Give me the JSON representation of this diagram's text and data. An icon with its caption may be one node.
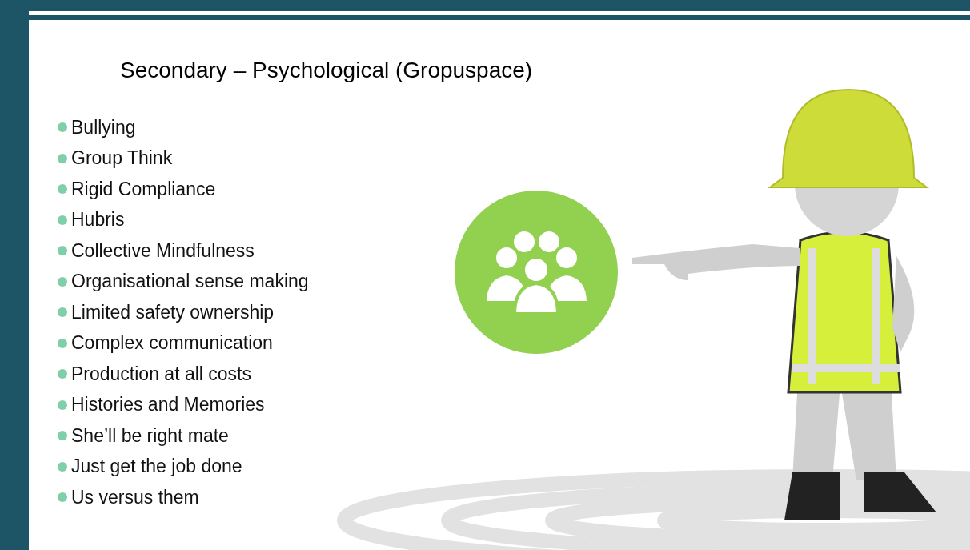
{
  "diagram": {
    "title": "Secondary – Psychological (Gropuspace)",
    "labels": [
      "Bullying",
      "Group Think",
      "Rigid Compliance",
      "Hubris",
      "Collective Mindfulness",
      "Organisational sense making",
      "Limited safety ownership",
      "Complex communication",
      "Production at all costs",
      "Histories and Memories",
      "She’ll be right mate",
      "Just get the job done",
      "Us versus them"
    ]
  }
}
